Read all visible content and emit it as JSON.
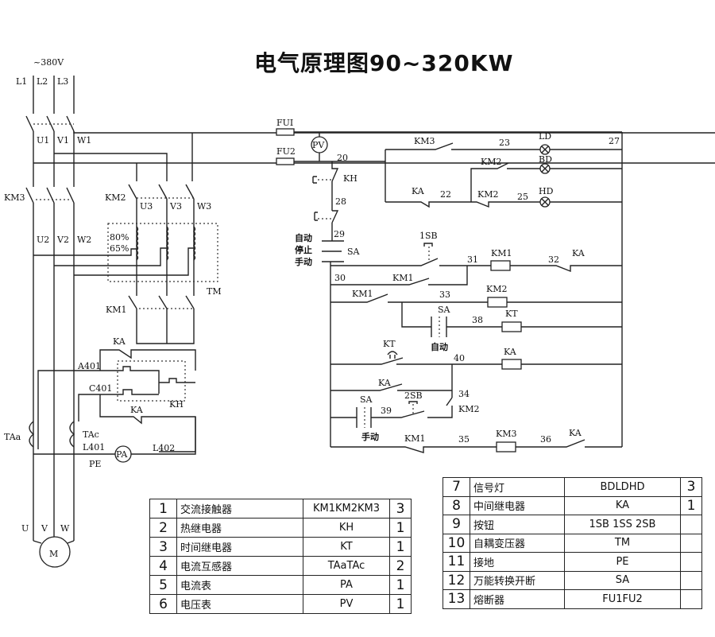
{
  "title": "电气原理图90~320KW",
  "power": {
    "supply": "~380V",
    "phases": [
      "L1",
      "L2",
      "L3"
    ],
    "switch_outputs": [
      "U1",
      "V1",
      "W1"
    ],
    "km3_outputs": [
      "U2",
      "V2",
      "W2"
    ],
    "km2_outputs": [
      "U3",
      "V3",
      "W3"
    ],
    "motor_terminals": [
      "U",
      "V",
      "W"
    ],
    "motor": "M",
    "contactors": {
      "km3": "KM3",
      "km2": "KM2",
      "km1": "KM1"
    },
    "transformer": {
      "name": "TM",
      "tap_high": "80%",
      "tap_low": "65%"
    },
    "ct_circuit": {
      "ka_top": "KA",
      "ka_bottom": "KA",
      "kh": "KH",
      "a401": "A401",
      "c401": "C401",
      "taa": "TAa",
      "tac": "TAc",
      "l401": "L401",
      "l402": "L402",
      "ammeter": "PA",
      "ground": "PE"
    }
  },
  "control": {
    "fu1": "FUI",
    "fu2": "FU2",
    "voltmeter": "PV",
    "nodes": {
      "n20": "20",
      "n22": "22",
      "n23": "23",
      "n25": "25",
      "n27": "27",
      "n28": "28",
      "n29": "29",
      "n30": "30",
      "n31": "31",
      "n32": "32",
      "n33": "33",
      "n34": "34",
      "n35": "35",
      "n36": "36",
      "n38": "38",
      "n39": "39",
      "n40": "40"
    },
    "kh": "KH",
    "lamps": {
      "ld": "LD",
      "bd": "BD",
      "hd": "HD"
    },
    "lamp_contacts": {
      "km3": "KM3",
      "km2_upper": "KM2",
      "ka": "KA",
      "km2_lower": "KM2"
    },
    "sa_switch": {
      "auto": "自动",
      "stop": "停止",
      "manual": "手动",
      "label": "SA"
    },
    "rung_labels": {
      "sb1": "1SB",
      "km1_coil": "KM1",
      "ka_nc_32": "KA",
      "km1_hold": "KM1",
      "km1_no": "KM1",
      "km2_coil": "KM2",
      "sa_auto": "SA",
      "sa_auto_text": "自动",
      "kt_coil": "KT",
      "kt_contact": "KT",
      "ka_coil": "KA",
      "ka_hold": "KA",
      "sb2": "2SB",
      "km2_nc": "KM2",
      "sa_manual": "SA",
      "sa_manual_text": "手动",
      "km1_nc": "KM1",
      "km3_coil": "KM3",
      "ka_no_36": "KA"
    }
  },
  "bom_left": [
    {
      "no": "1",
      "name": "交流接触器",
      "code": "KM1KM2KM3",
      "qty": "3"
    },
    {
      "no": "2",
      "name": "热继电器",
      "code": "KH",
      "qty": "1"
    },
    {
      "no": "3",
      "name": "时间继电器",
      "code": "KT",
      "qty": "1"
    },
    {
      "no": "4",
      "name": "电流互感器",
      "code": "TAaTAc",
      "qty": "2"
    },
    {
      "no": "5",
      "name": "电流表",
      "code": "PA",
      "qty": "1"
    },
    {
      "no": "6",
      "name": "电压表",
      "code": "PV",
      "qty": "1"
    }
  ],
  "bom_right": [
    {
      "no": "7",
      "name": "信号灯",
      "code": "BDLDHD",
      "qty": "3"
    },
    {
      "no": "8",
      "name": "中间继电器",
      "code": "KA",
      "qty": "1"
    },
    {
      "no": "9",
      "name": "按钮",
      "code": "1SB 1SS 2SB",
      "qty": ""
    },
    {
      "no": "10",
      "name": "自耦变压器",
      "code": "TM",
      "qty": ""
    },
    {
      "no": "11",
      "name": "接地",
      "code": "PE",
      "qty": ""
    },
    {
      "no": "12",
      "name": "万能转换开断",
      "code": "SA",
      "qty": ""
    },
    {
      "no": "13",
      "name": "熔断器",
      "code": "FU1FU2",
      "qty": ""
    }
  ]
}
